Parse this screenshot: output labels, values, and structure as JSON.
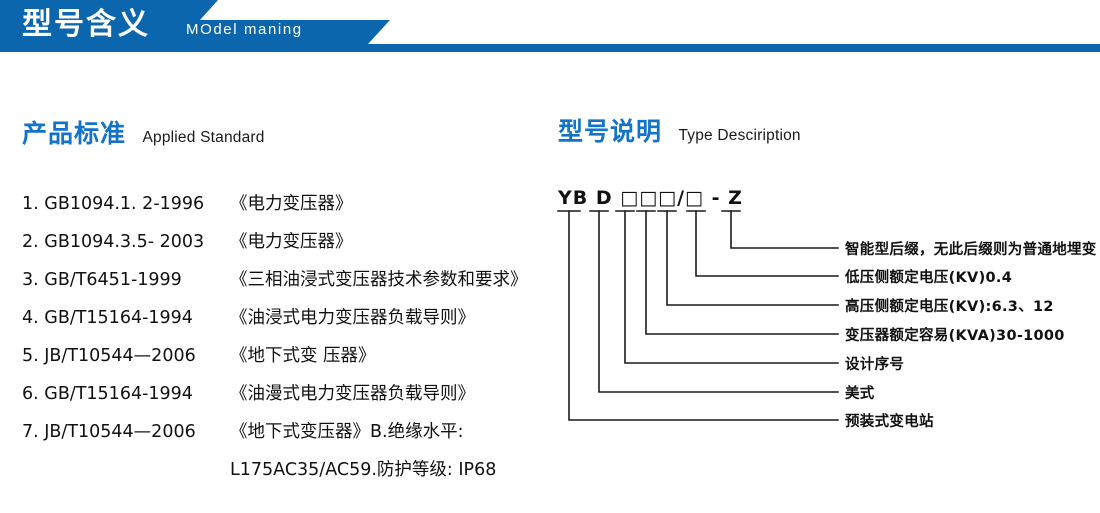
{
  "banner": {
    "title": "型号含义",
    "subtitle": "MOdel maning",
    "bar_color": "#0b66ad",
    "strip_color": "#0b66ad"
  },
  "sections": {
    "left": {
      "cn": "产品标准",
      "en": "Applied Standard",
      "accent": "#1273c8"
    },
    "right": {
      "cn": "型号说明",
      "en": "Type Desciription",
      "accent": "#1273c8"
    }
  },
  "standards": {
    "items": [
      {
        "index": "1.",
        "code": "GB1094.1. 2-1996",
        "name": "《电力变压器》"
      },
      {
        "index": "2.",
        "code": "GB1094.3.5- 2003",
        "name": "《电力变压器》"
      },
      {
        "index": "3.",
        "code": "GB/T6451-1999",
        "name": "《三相油浸式变压器技术参数和要求》"
      },
      {
        "index": "4.",
        "code": "GB/T15164-1994",
        "name": "《油浸式电力变压器负载导则》"
      },
      {
        "index": "5.",
        "code": "JB/T10544—2006",
        "name": "《地下式变 压器》"
      },
      {
        "index": "6.",
        "code": "GB/T15164-1994",
        "name": "《油漫式电力变压器负载导则》"
      },
      {
        "index": "7.",
        "code": "JB/T10544—2006",
        "name": "《地下式变压器》B.绝缘水平:"
      }
    ],
    "continuation": "L175AC35/AC59.防护等级: IP68"
  },
  "type_code": {
    "code_text": "YB D □□□/□ - Z",
    "segments": [
      "YB",
      "D",
      "□",
      "□",
      "□",
      "/",
      "□",
      "-",
      "Z"
    ],
    "callouts": [
      {
        "label": "智能型后缀，无此后缀则为普通地埋变"
      },
      {
        "label": "低压侧额定电压(KV)0.4"
      },
      {
        "label": "高压侧额定电压(KV):6.3、12"
      },
      {
        "label": "变压器额定容易(KVA)30-1000"
      },
      {
        "label": "设计序号"
      },
      {
        "label": "美式"
      },
      {
        "label": "预装式变电站"
      }
    ]
  }
}
